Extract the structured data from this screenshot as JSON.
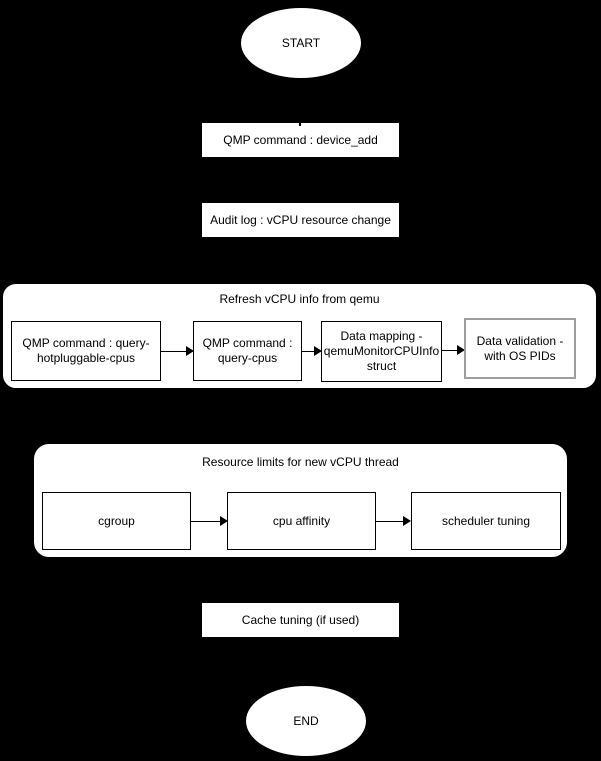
{
  "colors": {
    "background": "#000000",
    "shape_fill": "#ffffff",
    "shape_border": "#000000",
    "highlight_border": "#9e9e9e",
    "text": "#000000"
  },
  "flow": {
    "start_label": "START",
    "device_add": "QMP command : device_add",
    "audit_log": "Audit log : vCPU resource change",
    "refresh_group": {
      "title": "Refresh vCPU info from qemu",
      "steps": [
        "QMP command : query-hotpluggable-cpus",
        "QMP command : query-cpus",
        "Data mapping - qemuMonitorCPUInfo struct",
        "Data validation - with OS PIDs"
      ]
    },
    "limits_group": {
      "title": "Resource limits for new vCPU thread",
      "steps": [
        "cgroup",
        "cpu affinity",
        "scheduler tuning"
      ]
    },
    "cache_tuning": "Cache tuning (if used)",
    "end_label": "END"
  }
}
